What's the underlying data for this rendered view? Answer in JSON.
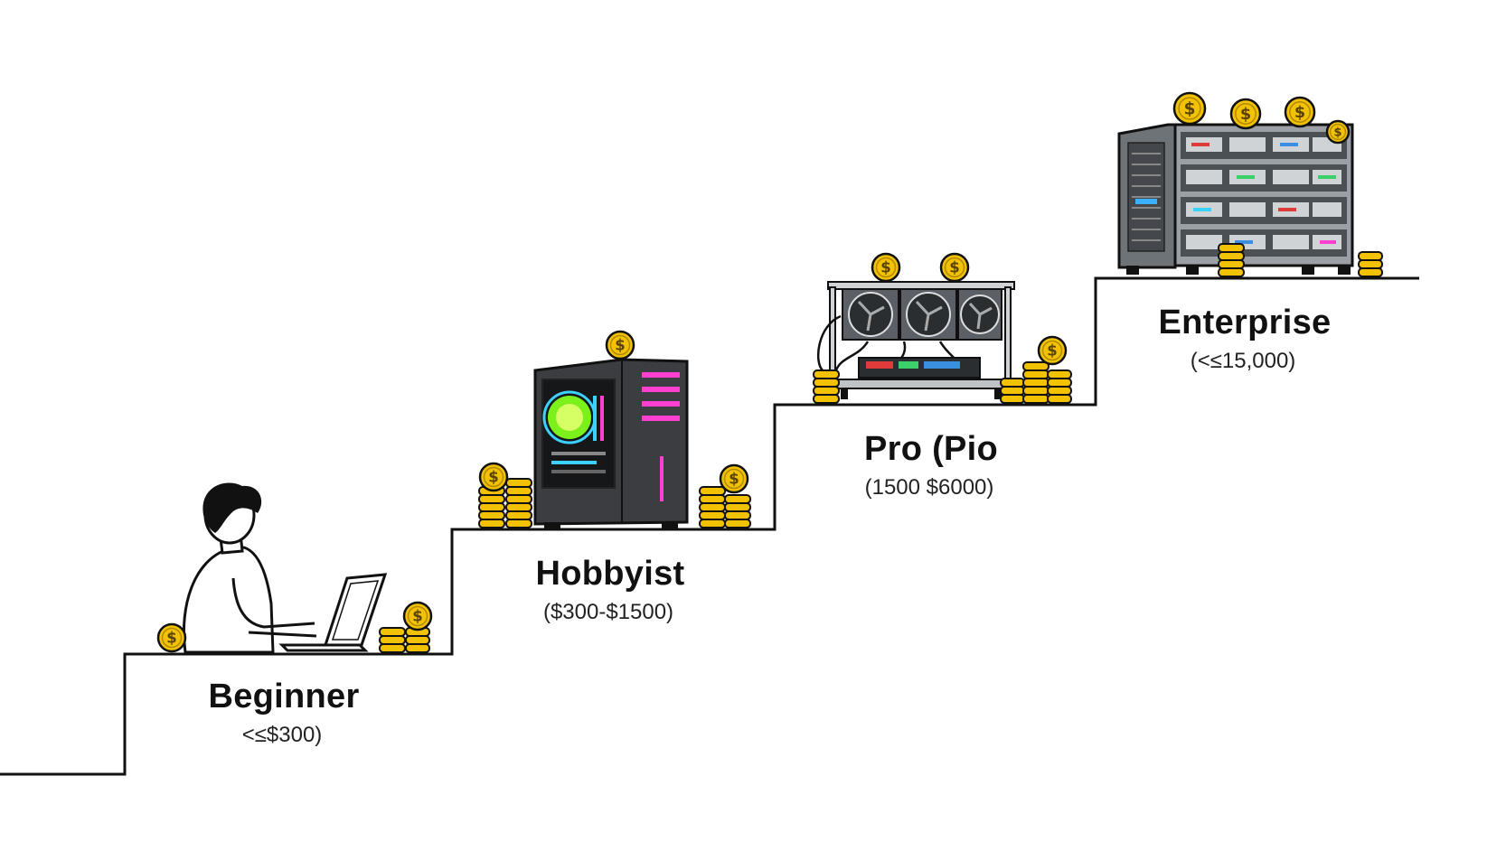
{
  "tiers": [
    {
      "id": "beginner",
      "title": "Beginner",
      "price": "<≤$300)",
      "illustration": "person-laptop"
    },
    {
      "id": "hobbyist",
      "title": "Hobbyist",
      "price": "($300-$1500)",
      "illustration": "gaming-pc-tower"
    },
    {
      "id": "pro",
      "title": "Pro (Pio",
      "price": "(1500 $6000)",
      "illustration": "gpu-mining-rig"
    },
    {
      "id": "enterprise",
      "title": "Enterprise",
      "price": "(<≤15,000)",
      "illustration": "server-rack"
    }
  ],
  "coin_symbol": "$",
  "colors": {
    "line": "#111111",
    "coin": "#f2c200",
    "coin_edge": "#b08a00",
    "pc_glow": "#a8ff2a",
    "pc_accent": "#ff3fd0",
    "metal": "#6e7378"
  }
}
